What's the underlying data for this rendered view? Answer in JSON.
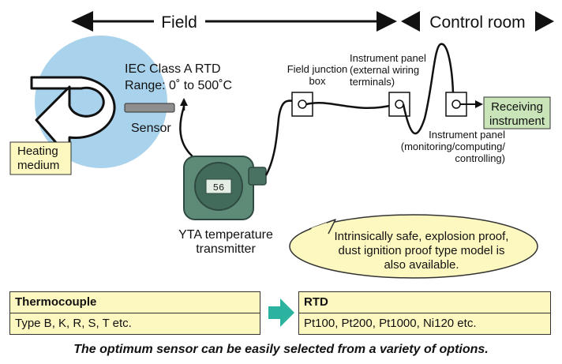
{
  "header": {
    "field_label": "Field",
    "control_room_label": "Control room"
  },
  "sensor_area": {
    "rtd_class": "IEC Class A RTD",
    "range": "Range: 0˚ to 500˚C",
    "sensor_label": "Sensor",
    "heating_medium_line1": "Heating",
    "heating_medium_line2": "medium"
  },
  "transmitter": {
    "display_value": "56",
    "label_line1": "YTA temperature",
    "label_line2": "transmitter"
  },
  "junction_box": {
    "line1": "Field junction",
    "line2": "box"
  },
  "panel_wiring": {
    "line1": "Instrument panel",
    "line2": "(external wiring",
    "line3": "terminals)"
  },
  "panel_monitoring": {
    "line1": "Instrument panel",
    "line2": "(monitoring/computing/",
    "line3": "controlling)"
  },
  "receiver": {
    "line1": "Receiving",
    "line2": "instrument"
  },
  "callout": {
    "line1": "Intrinsically safe, explosion proof,",
    "line2": "dust ignition proof type model is",
    "line3": "also available."
  },
  "thermocouple": {
    "title": "Thermocouple",
    "types": "Type B, K, R, S, T etc."
  },
  "rtd": {
    "title": "RTD",
    "types": "Pt100, Pt200, Pt1000, Ni120 etc."
  },
  "caption": "The optimum sensor can be easily selected from a variety of options.",
  "colors": {
    "vessel": "#a9d3ec",
    "heating_box": "#fdf8c0",
    "receiver_box": "#c9e4b8",
    "callout": "#fdf8c0",
    "arrow_green": "#2bb3a0",
    "transmitter": "#5e8a78"
  }
}
